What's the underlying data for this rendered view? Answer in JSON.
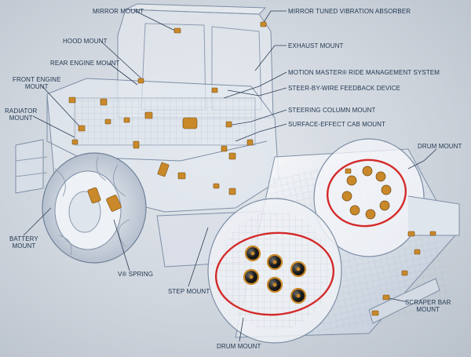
{
  "labels": {
    "mirror_mount": "MIRROR MOUNT",
    "mirror_tuned": "MIRROR TUNED VIBRATION ABSORBER",
    "hood_mount": "HOOD MOUNT",
    "exhaust_mount": "EXHAUST MOUNT",
    "rear_engine_mount": "REAR ENGINE MOUNT",
    "motion_master": "MOTION MASTER® RIDE MANAGEMENT SYSTEM",
    "front_engine_mount_1": "FRONT ENGINE",
    "front_engine_mount_2": "MOUNT",
    "steer_by_wire": "STEER-BY-WIRE FEEDBACK DEVICE",
    "radiator_mount_1": "RADIATOR",
    "radiator_mount_2": "MOUNT",
    "steering_column_mount": "STEERING COLUMN MOUNT",
    "surface_effect": "SURFACE-EFFECT CAB MOUNT",
    "drum_mount_top": "DRUM MOUNT",
    "battery_mount_1": "BATTERY",
    "battery_mount_2": "MOUNT",
    "v_spring": "V® SPRING",
    "step_mount": "STEP MOUNT",
    "scraper_bar_1": "SCRAPER BAR",
    "scraper_bar_2": "MOUNT",
    "drum_mount_bottom": "DRUM MOUNT"
  },
  "colors": {
    "label_text": "#1f3550",
    "leader_line": "#2b3d55",
    "highlight_circle": "#d42a2a",
    "mount_part": "#c9892a",
    "wireframe": "#7e8fa6"
  }
}
